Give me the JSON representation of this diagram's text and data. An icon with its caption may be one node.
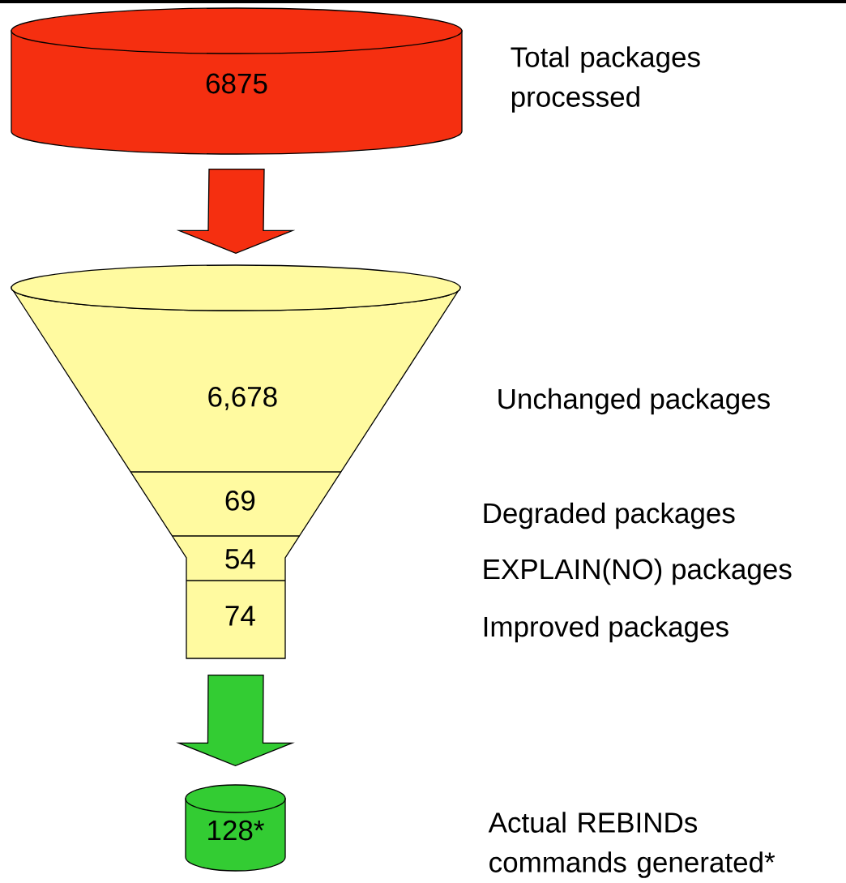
{
  "diagram": {
    "nodes": [
      {
        "text": [
          "6875"
        ]
      },
      {
        "text": [],
        "shape": "funnel"
      },
      {
        "text": [
          "6,678"
        ],
        "in": 1
      },
      {
        "text": [
          "69"
        ],
        "in": 1
      },
      {
        "text": [
          "54"
        ],
        "in": 1
      },
      {
        "text": [
          "74"
        ],
        "in": 1
      },
      {
        "text": [
          "128*"
        ]
      }
    ],
    "labels": [
      "Total packages processed",
      "Unchanged packages",
      "Degraded packages",
      "EXPLAIN(NO) packages",
      "Improved packages",
      "Actual REBINDs commands generated*"
    ],
    "edges": [
      {
        "from": 0,
        "to": 1,
        "arrow": "to",
        "color": "#f52f10"
      },
      {
        "from": 1,
        "to": 6,
        "arrow": "to",
        "color": "#33cc33"
      }
    ]
  }
}
